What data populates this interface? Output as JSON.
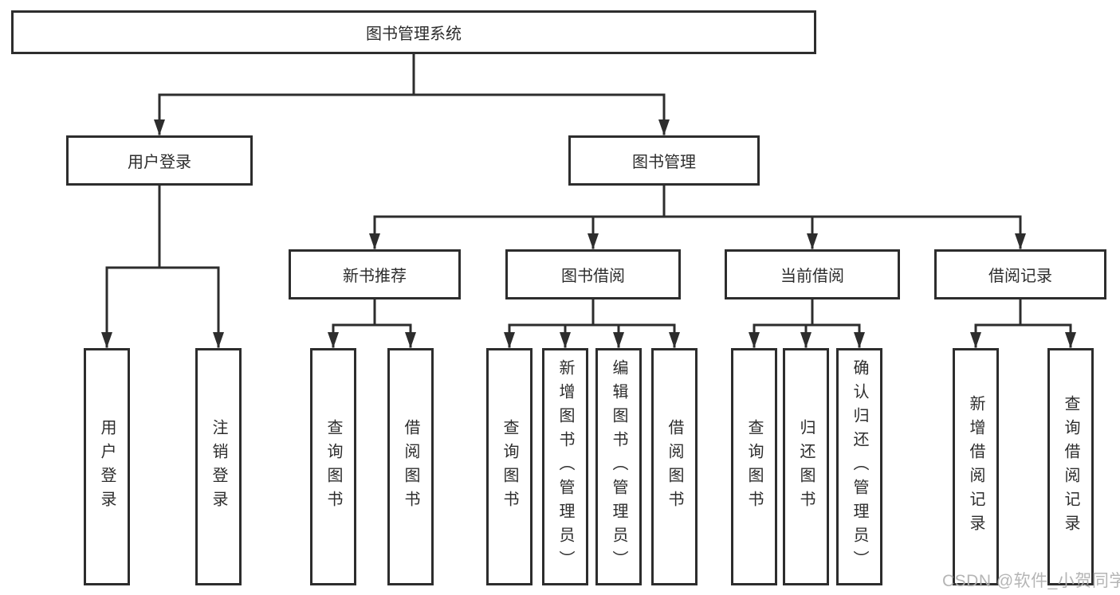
{
  "diagram": {
    "type": "hierarchy-tree",
    "orientation": "top-down"
  },
  "tree": {
    "label": "图书管理系统",
    "children": [
      {
        "label": "用户登录",
        "children": [
          {
            "label": "用户登录"
          },
          {
            "label": "注销登录"
          }
        ]
      },
      {
        "label": "图书管理",
        "children": [
          {
            "label": "新书推荐",
            "children": [
              {
                "label": "查询图书"
              },
              {
                "label": "借阅图书"
              }
            ]
          },
          {
            "label": "图书借阅",
            "children": [
              {
                "label": "查询图书"
              },
              {
                "label": "新增图书（管理员）"
              },
              {
                "label": "编辑图书（管理员）"
              },
              {
                "label": "借阅图书"
              }
            ]
          },
          {
            "label": "当前借阅",
            "children": [
              {
                "label": "查询图书"
              },
              {
                "label": "归还图书"
              },
              {
                "label": "确认归还（管理员）"
              }
            ]
          },
          {
            "label": "借阅记录",
            "children": [
              {
                "label": "新增借阅记录"
              },
              {
                "label": "查询借阅记录"
              }
            ]
          }
        ]
      }
    ]
  },
  "watermark": {
    "text": "CSDN @软件_小贺同学"
  },
  "colors": {
    "line": "#2d2d2d",
    "box_border": "#2d2d2d",
    "text": "#2d2d2d",
    "background": "#ffffff",
    "watermark": "#b1b1b1"
  }
}
